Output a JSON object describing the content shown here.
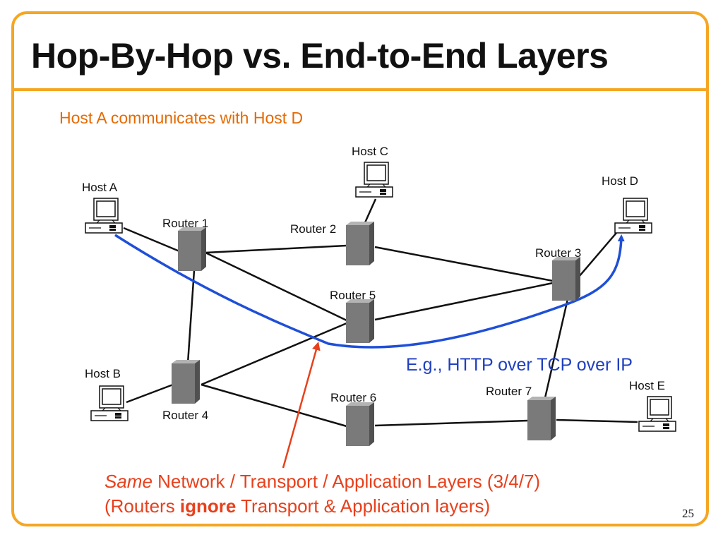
{
  "slide": {
    "title": "Hop-By-Hop vs. End-to-End Layers",
    "subtitle": "Host A communicates with Host D",
    "page_number": "25"
  },
  "hosts": {
    "host_a": "Host A",
    "host_b": "Host B",
    "host_c": "Host C",
    "host_d": "Host D",
    "host_e": "Host E"
  },
  "routers": {
    "router_1": "Router 1",
    "router_2": "Router 2",
    "router_3": "Router 3",
    "router_4": "Router 4",
    "router_5": "Router 5",
    "router_6": "Router 6",
    "router_7": "Router 7"
  },
  "annotations": {
    "example": "E.g., HTTP over TCP over IP",
    "note_line1_italic": "Same",
    "note_line1_rest": " Network / Transport / Application Layers (3/4/7)",
    "note_line2_start": "(Routers ",
    "note_line2_bold": "ignore",
    "note_line2_end": " Transport & Application layers)"
  },
  "colors": {
    "frame": "#f5a623",
    "subtitle": "#e66a00",
    "path": "#1f4fd8",
    "note": "#e8401c",
    "router": "#7a7a7a"
  }
}
